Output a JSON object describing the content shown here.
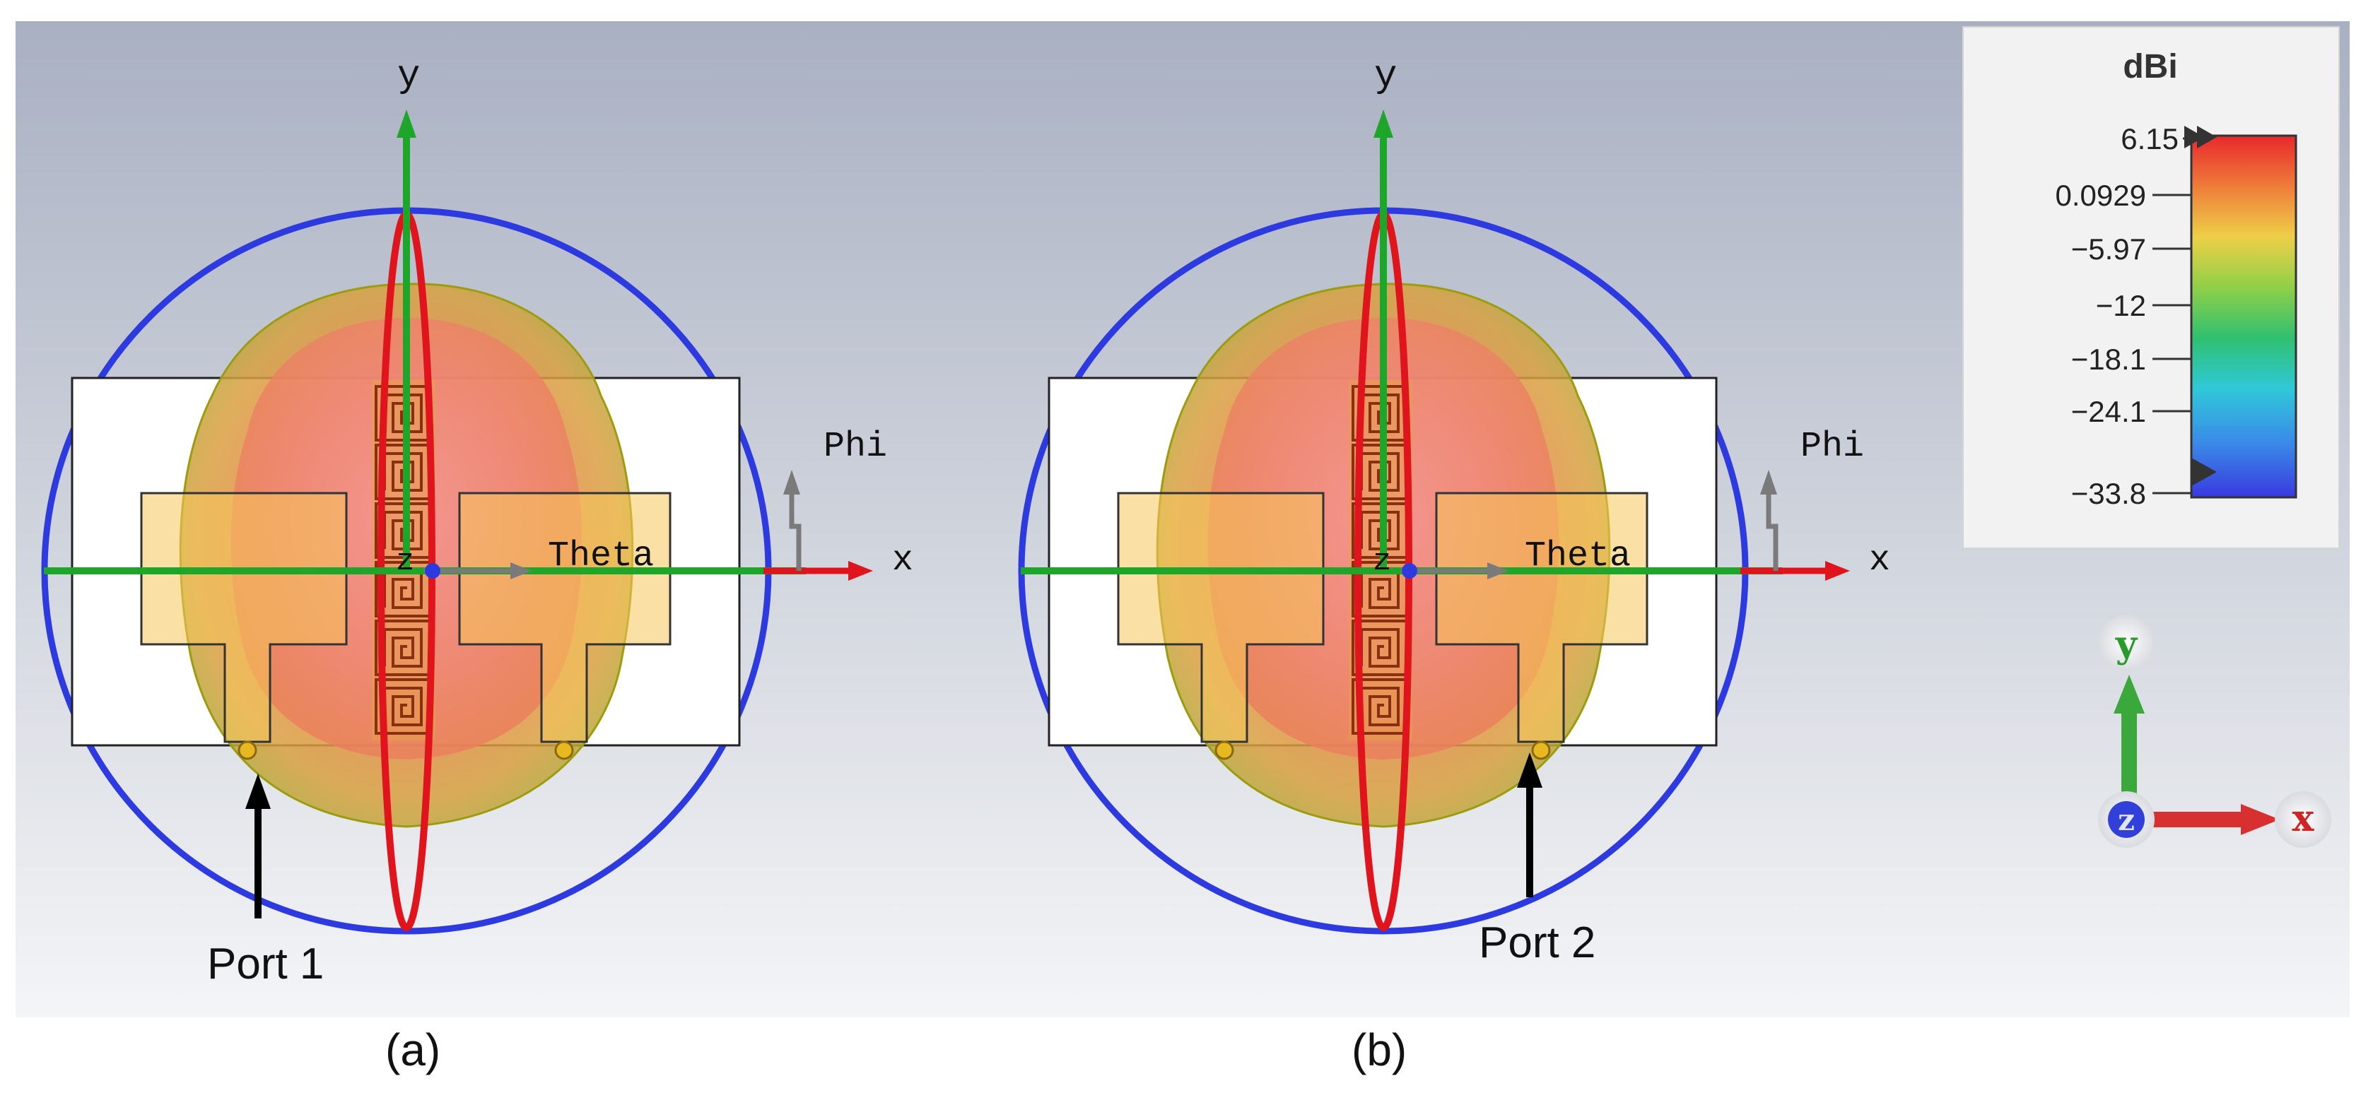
{
  "colors": {
    "background_top": "#a9b0c2",
    "background_bottom": "#f4f5f7",
    "circle": "#2d3ae0",
    "x_axis": "#e0141c",
    "y_axis": "#1ea62a",
    "substrate": "#ffffff",
    "patch": "#f5c65b",
    "pattern_outer": "#9c9c10",
    "pattern_inner": "#ee7c4e",
    "metamaterial": "#e6a04a"
  },
  "panels": [
    {
      "caption": "(a)",
      "port_label": "Port 1",
      "axis_x": "x",
      "axis_y": "y",
      "axis_z": "z",
      "phi": "Phi",
      "theta": "Theta"
    },
    {
      "caption": "(b)",
      "port_label": "Port 2",
      "axis_x": "x",
      "axis_y": "y",
      "axis_z": "z",
      "phi": "Phi",
      "theta": "Theta"
    }
  ],
  "legend": {
    "unit": "dBi",
    "ticks": [
      "6.15",
      "0.0929",
      "−5.97",
      "−12",
      "−18.1",
      "−24.1",
      "−33.8"
    ],
    "colors": [
      "#e8282c",
      "#ee7c3a",
      "#eecf48",
      "#8fd048",
      "#30c070",
      "#30c8d8",
      "#3a8ae8",
      "#3a3ae0"
    ]
  },
  "triad": {
    "x": "x",
    "y": "y",
    "z": "z"
  }
}
